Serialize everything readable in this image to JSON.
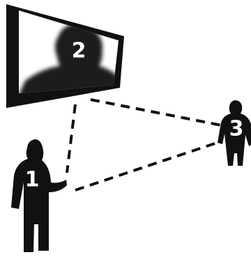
{
  "figure": {
    "labels": {
      "person_1": "1",
      "screen_person_2": "2",
      "person_3": "3"
    },
    "colors": {
      "ink": "#111111",
      "screen_background": "#ffffff",
      "label_text": "#ffffff"
    }
  }
}
